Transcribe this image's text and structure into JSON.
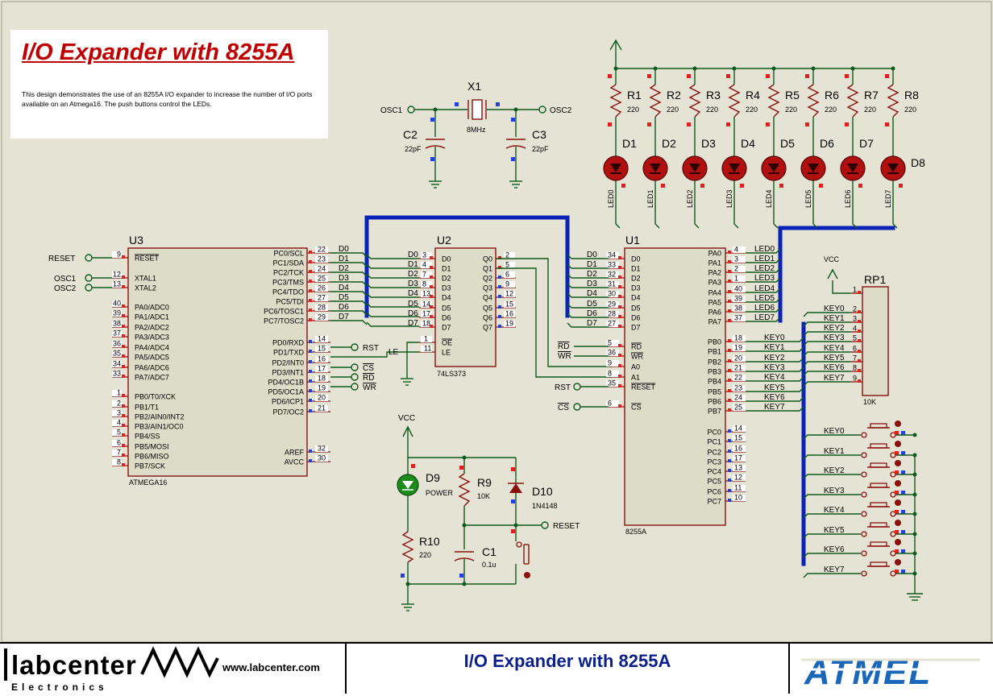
{
  "title_box": {
    "heading": "I/O Expander with 8255A",
    "description": "This design demonstrates the use of an 8255A I/O expander to increase the number of I/O ports available on an Atmega16. The push buttons control the LEDs."
  },
  "footer": {
    "company": "labcenter",
    "company_sub": "Electronics",
    "url": "www.labcenter.com",
    "title": "I/O Expander with 8255A",
    "brand": "ATMEL"
  },
  "crystal": {
    "ref": "X1",
    "value": "8MHz",
    "osc1": "OSC1",
    "osc2": "OSC2"
  },
  "caps": {
    "c2": {
      "ref": "C2",
      "value": "22pF"
    },
    "c3": {
      "ref": "C3",
      "value": "22pF"
    },
    "c1": {
      "ref": "C1",
      "value": "0.1u"
    }
  },
  "resistors": [
    {
      "ref": "R1",
      "value": "220"
    },
    {
      "ref": "R2",
      "value": "220"
    },
    {
      "ref": "R3",
      "value": "220"
    },
    {
      "ref": "R4",
      "value": "220"
    },
    {
      "ref": "R5",
      "value": "220"
    },
    {
      "ref": "R6",
      "value": "220"
    },
    {
      "ref": "R7",
      "value": "220"
    },
    {
      "ref": "R8",
      "value": "220"
    }
  ],
  "leds": [
    {
      "ref": "D1",
      "net": "LED0"
    },
    {
      "ref": "D2",
      "net": "LED1"
    },
    {
      "ref": "D3",
      "net": "LED2"
    },
    {
      "ref": "D4",
      "net": "LED3"
    },
    {
      "ref": "D5",
      "net": "LED4"
    },
    {
      "ref": "D6",
      "net": "LED5"
    },
    {
      "ref": "D7",
      "net": "LED6"
    },
    {
      "ref": "D8",
      "net": "LED7"
    }
  ],
  "u3": {
    "ref": "U3",
    "part": "ATMEGA16",
    "left_pins": [
      {
        "num": "9",
        "name": "RESET",
        "net": "RESET"
      },
      {
        "num": "12",
        "name": "XTAL1",
        "net": "OSC1"
      },
      {
        "num": "13",
        "name": "XTAL2",
        "net": "OSC2"
      },
      {
        "num": "40",
        "name": "PA0/ADC0"
      },
      {
        "num": "39",
        "name": "PA1/ADC1"
      },
      {
        "num": "38",
        "name": "PA2/ADC2"
      },
      {
        "num": "37",
        "name": "PA3/ADC3"
      },
      {
        "num": "36",
        "name": "PA4/ADC4"
      },
      {
        "num": "35",
        "name": "PA5/ADC5"
      },
      {
        "num": "34",
        "name": "PA6/ADC6"
      },
      {
        "num": "33",
        "name": "PA7/ADC7"
      },
      {
        "num": "1",
        "name": "PB0/T0/XCK"
      },
      {
        "num": "2",
        "name": "PB1/T1"
      },
      {
        "num": "3",
        "name": "PB2/AIN0/INT2"
      },
      {
        "num": "4",
        "name": "PB3/AIN1/OC0"
      },
      {
        "num": "5",
        "name": "PB4/SS"
      },
      {
        "num": "6",
        "name": "PB5/MOSI"
      },
      {
        "num": "7",
        "name": "PB6/MISO"
      },
      {
        "num": "8",
        "name": "PB7/SCK"
      }
    ],
    "right_pins": [
      {
        "num": "22",
        "name": "PC0/SCL",
        "net": "D0"
      },
      {
        "num": "23",
        "name": "PC1/SDA",
        "net": "D1"
      },
      {
        "num": "24",
        "name": "PC2/TCK",
        "net": "D2"
      },
      {
        "num": "25",
        "name": "PC3/TMS",
        "net": "D3"
      },
      {
        "num": "26",
        "name": "PC4/TDO",
        "net": "D4"
      },
      {
        "num": "27",
        "name": "PC5/TDI",
        "net": "D5"
      },
      {
        "num": "28",
        "name": "PC6/TOSC1",
        "net": "D6"
      },
      {
        "num": "29",
        "name": "PC7/TOSC2",
        "net": "D7"
      },
      {
        "num": "14",
        "name": "PD0/RXD",
        "net": "RST"
      },
      {
        "num": "15",
        "name": "PD1/TXD",
        "net": "LE"
      },
      {
        "num": "16",
        "name": "PD2/INT0",
        "net": "CS"
      },
      {
        "num": "17",
        "name": "PD3/INT1",
        "net": "RD"
      },
      {
        "num": "18",
        "name": "PD4/OC1B",
        "net": "WR"
      },
      {
        "num": "19",
        "name": "PD5/OC1A"
      },
      {
        "num": "20",
        "name": "PD6/ICP1"
      },
      {
        "num": "21",
        "name": "PD7/OC2"
      },
      {
        "num": "32",
        "name": "AREF"
      },
      {
        "num": "30",
        "name": "AVCC"
      }
    ]
  },
  "u2": {
    "ref": "U2",
    "part": "74LS373",
    "inputs": [
      {
        "num": "3",
        "name": "D0",
        "net": "D0"
      },
      {
        "num": "4",
        "name": "D1",
        "net": "D1"
      },
      {
        "num": "7",
        "name": "D2",
        "net": "D2"
      },
      {
        "num": "8",
        "name": "D3",
        "net": "D3"
      },
      {
        "num": "13",
        "name": "D4",
        "net": "D4"
      },
      {
        "num": "14",
        "name": "D5",
        "net": "D5"
      },
      {
        "num": "17",
        "name": "D6",
        "net": "D6"
      },
      {
        "num": "18",
        "name": "D7",
        "net": "D7"
      }
    ],
    "control": [
      {
        "num": "1",
        "name": "OE"
      },
      {
        "num": "11",
        "name": "LE",
        "net": "LE"
      }
    ],
    "outputs": [
      {
        "num": "2",
        "name": "Q0"
      },
      {
        "num": "5",
        "name": "Q1"
      },
      {
        "num": "6",
        "name": "Q2"
      },
      {
        "num": "9",
        "name": "Q3"
      },
      {
        "num": "12",
        "name": "Q4"
      },
      {
        "num": "15",
        "name": "Q5"
      },
      {
        "num": "16",
        "name": "Q6"
      },
      {
        "num": "19",
        "name": "Q7"
      }
    ]
  },
  "u1": {
    "ref": "U1",
    "part": "8255A",
    "left_pins": [
      {
        "num": "34",
        "name": "D0",
        "net": "D0"
      },
      {
        "num": "33",
        "name": "D1",
        "net": "D1"
      },
      {
        "num": "32",
        "name": "D2",
        "net": "D2"
      },
      {
        "num": "31",
        "name": "D3",
        "net": "D3"
      },
      {
        "num": "30",
        "name": "D4",
        "net": "D4"
      },
      {
        "num": "29",
        "name": "D5",
        "net": "D5"
      },
      {
        "num": "28",
        "name": "D6",
        "net": "D6"
      },
      {
        "num": "27",
        "name": "D7",
        "net": "D7"
      },
      {
        "num": "5",
        "name": "RD",
        "net": "RD"
      },
      {
        "num": "36",
        "name": "WR",
        "net": "WR"
      },
      {
        "num": "9",
        "name": "A0"
      },
      {
        "num": "8",
        "name": "A1"
      },
      {
        "num": "35",
        "name": "RESET",
        "net": "RST"
      },
      {
        "num": "6",
        "name": "CS",
        "net": "CS"
      }
    ],
    "right_pins": [
      {
        "num": "4",
        "name": "PA0",
        "net": "LED0"
      },
      {
        "num": "3",
        "name": "PA1",
        "net": "LED1"
      },
      {
        "num": "2",
        "name": "PA2",
        "net": "LED2"
      },
      {
        "num": "1",
        "name": "PA3",
        "net": "LED3"
      },
      {
        "num": "40",
        "name": "PA4",
        "net": "LED4"
      },
      {
        "num": "39",
        "name": "PA5",
        "net": "LED5"
      },
      {
        "num": "38",
        "name": "PA6",
        "net": "LED6"
      },
      {
        "num": "37",
        "name": "PA7",
        "net": "LED7"
      },
      {
        "num": "18",
        "name": "PB0",
        "net": "KEY0"
      },
      {
        "num": "19",
        "name": "PB1",
        "net": "KEY1"
      },
      {
        "num": "20",
        "name": "PB2",
        "net": "KEY2"
      },
      {
        "num": "21",
        "name": "PB3",
        "net": "KEY3"
      },
      {
        "num": "22",
        "name": "PB4",
        "net": "KEY4"
      },
      {
        "num": "23",
        "name": "PB5",
        "net": "KEY5"
      },
      {
        "num": "24",
        "name": "PB6",
        "net": "KEY6"
      },
      {
        "num": "25",
        "name": "PB7",
        "net": "KEY7"
      },
      {
        "num": "14",
        "name": "PC0"
      },
      {
        "num": "15",
        "name": "PC1"
      },
      {
        "num": "16",
        "name": "PC2"
      },
      {
        "num": "17",
        "name": "PC3"
      },
      {
        "num": "13",
        "name": "PC4"
      },
      {
        "num": "12",
        "name": "PC5"
      },
      {
        "num": "11",
        "name": "PC6"
      },
      {
        "num": "10",
        "name": "PC7"
      }
    ]
  },
  "rp1": {
    "ref": "RP1",
    "value": "10K",
    "supply": "VCC",
    "pins": [
      {
        "num": "1",
        "net": ""
      },
      {
        "num": "2",
        "net": "KEY0"
      },
      {
        "num": "3",
        "net": "KEY1"
      },
      {
        "num": "4",
        "net": "KEY2"
      },
      {
        "num": "5",
        "net": "KEY3"
      },
      {
        "num": "6",
        "net": "KEY4"
      },
      {
        "num": "7",
        "net": "KEY5"
      },
      {
        "num": "8",
        "net": "KEY6"
      },
      {
        "num": "9",
        "net": "KEY7"
      }
    ]
  },
  "keys": [
    "KEY0",
    "KEY1",
    "KEY2",
    "KEY3",
    "KEY4",
    "KEY5",
    "KEY6",
    "KEY7"
  ],
  "reset_circuit": {
    "supply": "VCC",
    "d9": {
      "ref": "D9",
      "value": "POWER"
    },
    "r9": {
      "ref": "R9",
      "value": "10K"
    },
    "r10": {
      "ref": "R10",
      "value": "220"
    },
    "d10": {
      "ref": "D10",
      "value": "1N4148"
    },
    "reset_label": "RESET"
  },
  "u3_terms": {
    "reset": "RESET",
    "osc1": "OSC1",
    "osc2": "OSC2"
  },
  "u1_terms": {
    "rst": "RST",
    "cs": "CS"
  },
  "misc": {
    "u3_pd_rst": "RST",
    "u3_pd_cs": "CS",
    "u3_pd_rd": "RD",
    "u3_pd_wr": "WR"
  }
}
